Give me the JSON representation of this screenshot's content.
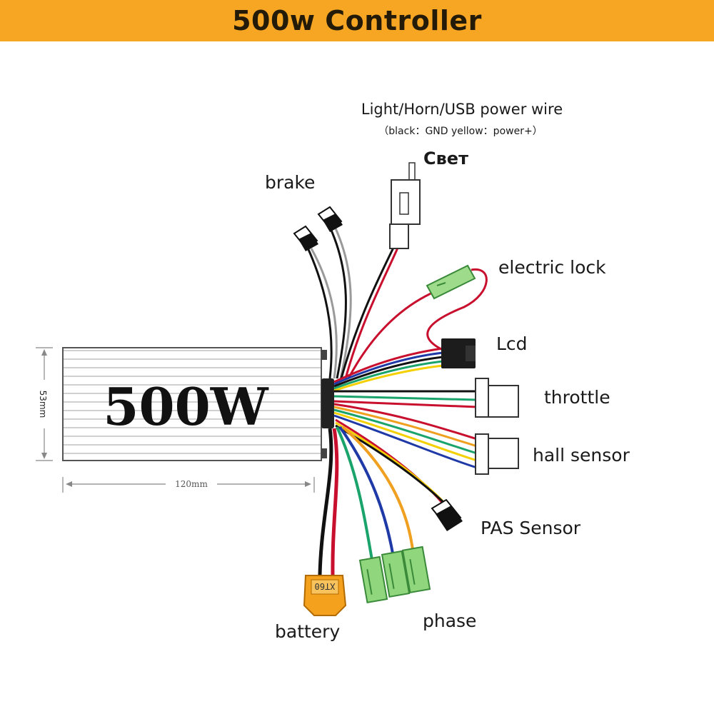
{
  "title": "500w Controller",
  "controller": {
    "label": "500W",
    "height_dim": "53mm",
    "width_dim": "120mm"
  },
  "labels": {
    "power_wire": "Light/Horn/USB power wire",
    "power_wire_note": "（black：GND yellow：power+）",
    "svet": "Свет",
    "brake": "brake",
    "electric_lock": "electric lock",
    "lcd": "Lcd",
    "throttle": "throttle",
    "hall_sensor": "hall sensor",
    "pas_sensor": "PAS Sensor",
    "phase": "phase",
    "battery": "battery",
    "battery_connector": "XT60"
  },
  "colors": {
    "banner": "#f6a623",
    "red": "#c8102e",
    "blue": "#1f3aa6",
    "yellow": "#f4d000",
    "green": "#1aa36b",
    "orange": "#f0a020",
    "black": "#111111",
    "gray": "#9a9a9a"
  }
}
